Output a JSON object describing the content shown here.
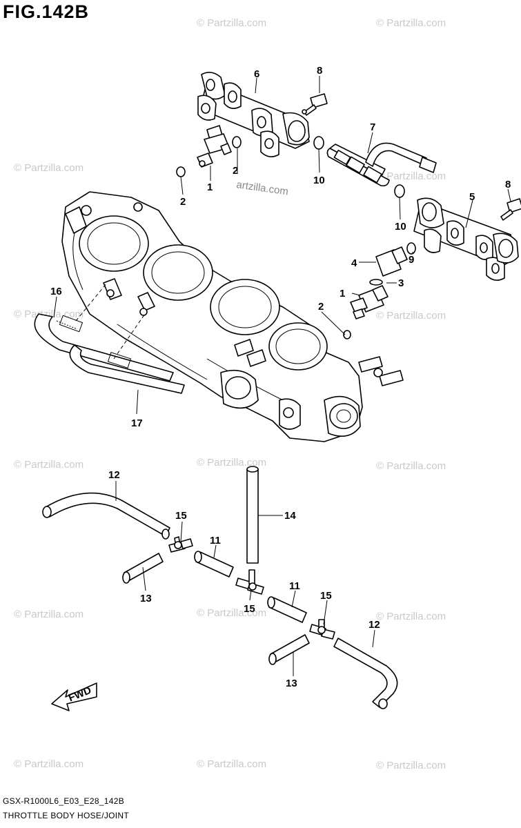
{
  "figure": {
    "title": "FIG.142B",
    "model_code": "GSX-R1000L6_E03_E28_142B",
    "caption": "THROTTLE BODY HOSE/JOINT"
  },
  "watermark": {
    "text": "© Partzilla.com",
    "partial_text": "artzilla.com"
  },
  "fwd_label": "FWD",
  "callouts": [
    "1",
    "1",
    "2",
    "2",
    "2",
    "3",
    "4",
    "5",
    "6",
    "7",
    "8",
    "8",
    "9",
    "10",
    "10",
    "11",
    "11",
    "12",
    "12",
    "13",
    "13",
    "14",
    "15",
    "15",
    "15",
    "16",
    "17"
  ]
}
